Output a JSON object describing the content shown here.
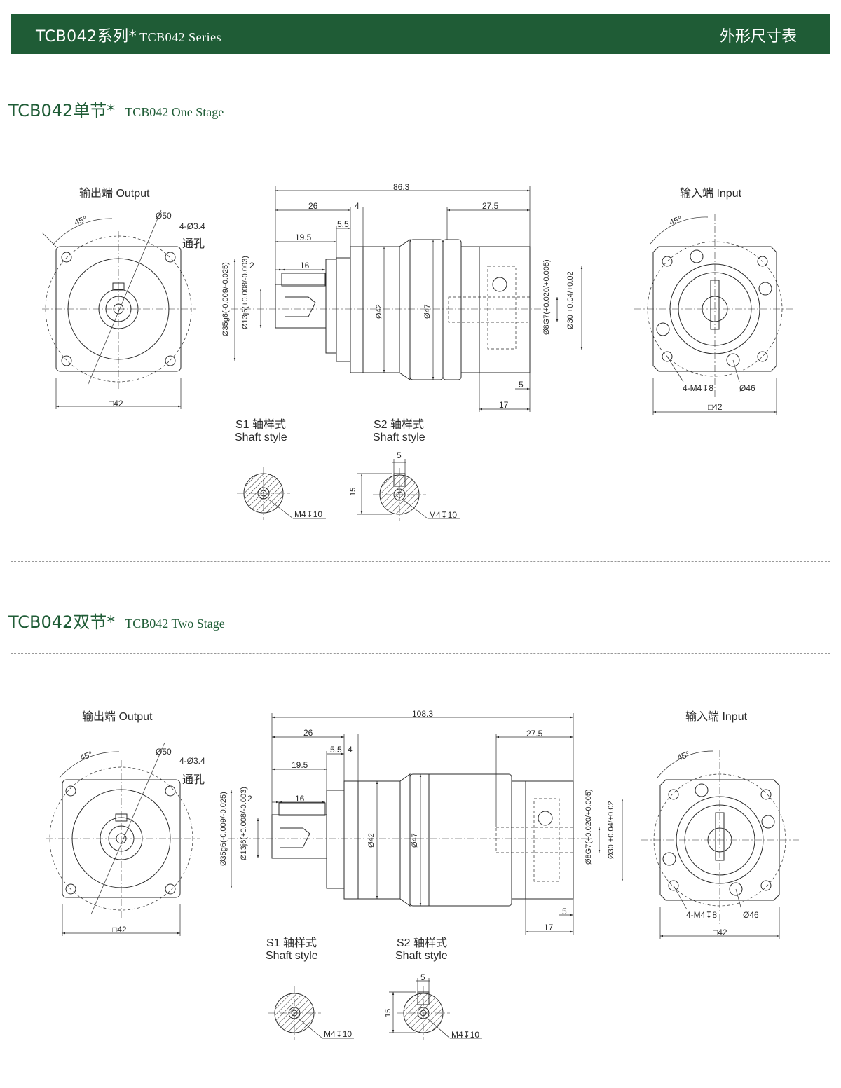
{
  "header": {
    "series_cn": "TCB042系列*",
    "series_en": "TCB042 Series",
    "right_title": "外形尺寸表"
  },
  "sections": [
    {
      "title_cn": "TCB042单节*",
      "title_en": "TCB042 One Stage",
      "output_label": "输出端  Output",
      "input_label": "输入端  Input",
      "out_angle": "45°",
      "out_dia": "Ø50",
      "holes": "4-Ø3.4",
      "through": "通孔",
      "out_square": "□42",
      "total_len": "86.3",
      "d26": "26",
      "d4": "4",
      "d5_5": "5.5",
      "d19_5": "19.5",
      "d2": "2",
      "d16": "16",
      "d27_5": "27.5",
      "d5": "5",
      "d17": "17",
      "shaft_dia": "Ø35g6(-0.009/-0.025)",
      "shaft_13": "Ø13j6(+0.008/-0.003)",
      "d42": "Ø42",
      "d47": "Ø47",
      "bore8": "Ø8G7(+0.020/+0.005)",
      "pilot30": "Ø30 +0.04/+0.02",
      "in_angle": "45°",
      "in_threads": "4-M4↧8",
      "in_dia": "Ø46",
      "in_square": "□42",
      "s1_cn": "S1 轴样式",
      "s1_en": "Shaft style",
      "s2_cn": "S2 轴样式",
      "s2_en": "Shaft style",
      "s1_thread": "M4↧10",
      "s2_thread": "M4↧10",
      "key5": "5",
      "key15": "15"
    },
    {
      "title_cn": "TCB042双节*",
      "title_en": "TCB042 Two Stage",
      "output_label": "输出端  Output",
      "input_label": "输入端  Input",
      "out_angle": "45°",
      "out_dia": "Ø50",
      "holes": "4-Ø3.4",
      "through": "通孔",
      "out_square": "□42",
      "total_len": "108.3",
      "d26": "26",
      "d4": "4",
      "d5_5": "5.5",
      "d19_5": "19.5",
      "d2": "2",
      "d16": "16",
      "d27_5": "27.5",
      "d5": "5",
      "d17": "17",
      "shaft_dia": "Ø35g6(-0.009/-0.025)",
      "shaft_13": "Ø13j6(+0.008/-0.003)",
      "d42": "Ø42",
      "d47": "Ø47",
      "bore8": "Ø8G7(+0.020/+0.005)",
      "pilot30": "Ø30 +0.04/+0.02",
      "in_angle": "45°",
      "in_threads": "4-M4↧8",
      "in_dia": "Ø46",
      "in_square": "□42",
      "s1_cn": "S1 轴样式",
      "s1_en": "Shaft style",
      "s2_cn": "S2 轴样式",
      "s2_en": "Shaft style",
      "s1_thread": "M4↧10",
      "s2_thread": "M4↧10",
      "key5": "5",
      "key15": "15"
    }
  ]
}
